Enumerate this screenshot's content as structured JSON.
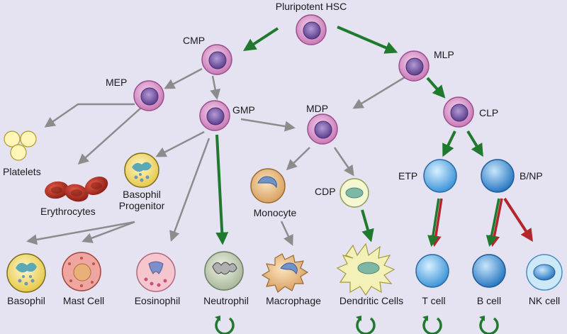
{
  "labels": {
    "hsc": "Pluripotent HSC",
    "cmp": "CMP",
    "mlp": "MLP",
    "mep": "MEP",
    "gmp": "GMP",
    "mdp": "MDP",
    "clp": "CLP",
    "platelets": "Platelets",
    "erythrocytes": "Erythrocytes",
    "basophil_progenitor_1": "Basophil",
    "basophil_progenitor_2": "Progenitor",
    "monocyte": "Monocyte",
    "cdp": "CDP",
    "etp": "ETP",
    "bnp": "B/NP",
    "basophil": "Basophil",
    "mast_cell": "Mast Cell",
    "eosinophil": "Eosinophil",
    "neutrophil": "Neutrophil",
    "macrophage": "Macrophage",
    "dendritic": "Dendritic Cells",
    "tcell": "T cell",
    "bcell": "B cell",
    "nkcell": "NK cell"
  },
  "colors": {
    "background": "#e5e2f2",
    "progenitor_ring": "#d98fc8",
    "progenitor_nucleus": "#7a5aa8",
    "lymphoid_cell": "#4ea6e0",
    "green_arrow": "#1f7a2e",
    "gray_arrow": "#8c8c8c",
    "red_arrow": "#b3262b"
  }
}
